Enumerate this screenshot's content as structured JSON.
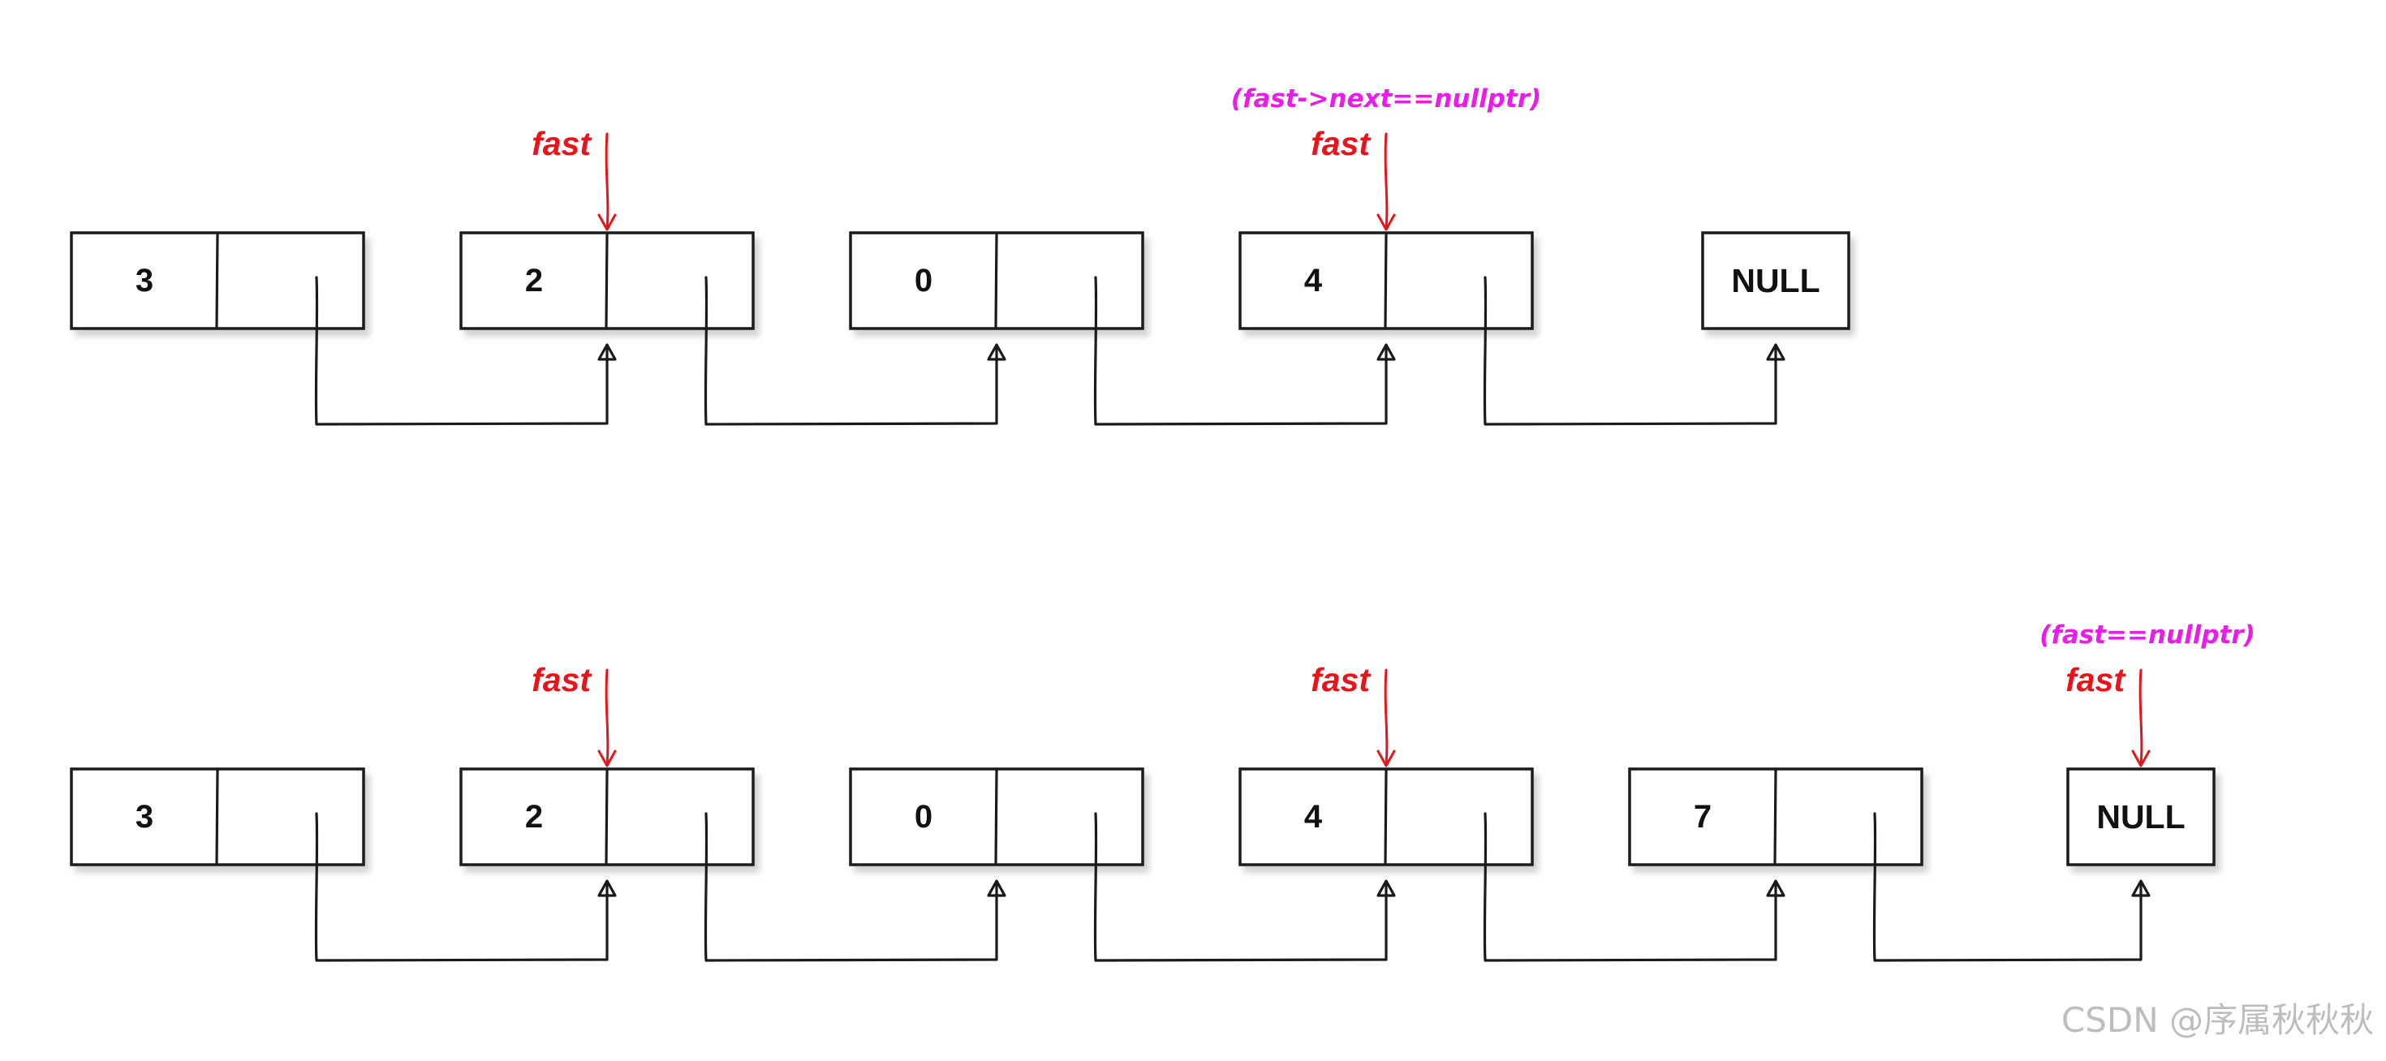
{
  "diagrams": [
    {
      "nodes": [
        "3",
        "2",
        "0",
        "4"
      ],
      "null_label": "NULL",
      "pointer_label": "fast",
      "pointer_positions": [
        1,
        3
      ],
      "condition": "(fast->next==nullptr)",
      "condition_at": 3
    },
    {
      "nodes": [
        "3",
        "2",
        "0",
        "4",
        "7"
      ],
      "null_label": "NULL",
      "pointer_label": "fast",
      "pointer_positions": [
        1,
        3,
        "null"
      ],
      "condition": "(fast==nullptr)",
      "condition_at": "null"
    }
  ],
  "watermark": "CSDN @序属秋秋秋",
  "colors": {
    "pointer": "#e8141b",
    "condition": "#e81de8",
    "ink": "#1a1a1a",
    "watermark": "#bdbdbd"
  }
}
